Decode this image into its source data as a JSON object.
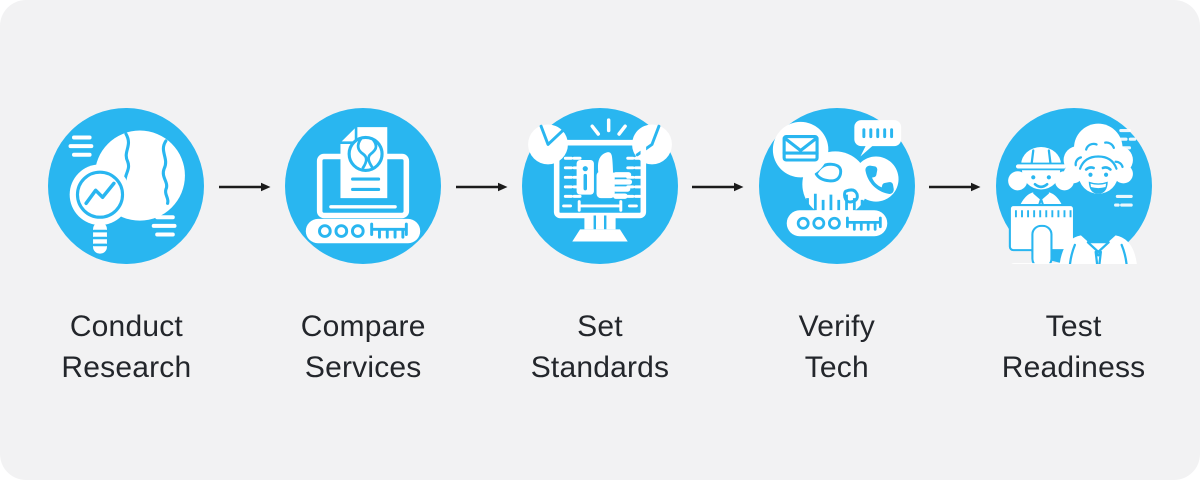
{
  "diagram": {
    "type": "process-flow",
    "step_count": 5
  },
  "colors": {
    "accent": "#29B6F0",
    "board_bg": "#F2F2F3",
    "page_bg": "#FFFFFF",
    "label_text": "#23262B",
    "arrow": "#1B1B1B",
    "icon": "#FFFFFF"
  },
  "steps": [
    {
      "label_line1": "Conduct",
      "label_line2": "Research",
      "icon": "globe-magnifier-icon"
    },
    {
      "label_line1": "Compare",
      "label_line2": "Services",
      "icon": "laptop-document-icon"
    },
    {
      "label_line1": "Set",
      "label_line2": "Standards",
      "icon": "monitor-thumbs-up-icon"
    },
    {
      "label_line1": "Verify",
      "label_line2": "Tech",
      "icon": "globe-communication-icon"
    },
    {
      "label_line1": "Test",
      "label_line2": "Readiness",
      "icon": "team-members-icon"
    }
  ],
  "connectors": {
    "count": 4,
    "style": "right-arrow"
  }
}
